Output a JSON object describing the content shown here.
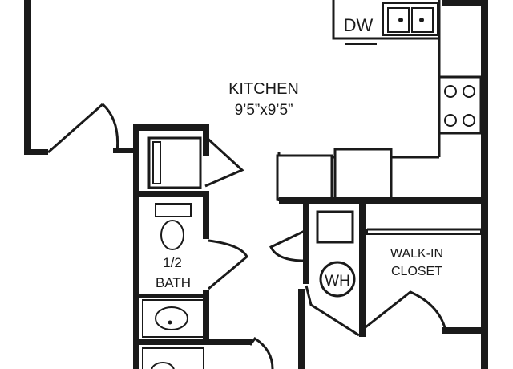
{
  "rooms": {
    "kitchen": {
      "name": "KITCHEN",
      "size": "9’5”x9’5”"
    },
    "half_bath": {
      "line1": "1/2",
      "line2": "BATH"
    },
    "walk_in_closet": {
      "line1": "WALK-IN",
      "line2": "CLOSET"
    }
  },
  "fixtures": {
    "dishwasher": "DW",
    "water_heater": "WH"
  }
}
